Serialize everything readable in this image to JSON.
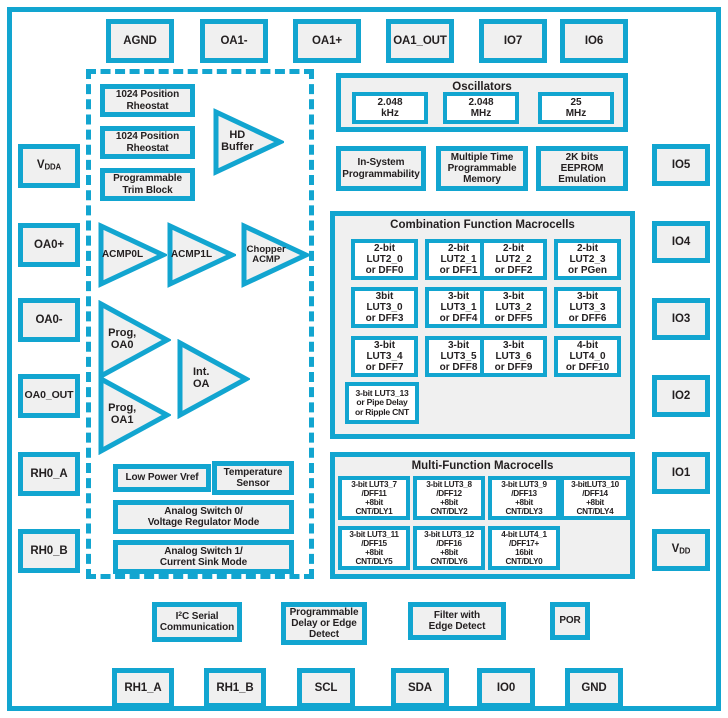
{
  "diagram": {
    "title": "GreenPAK Mixed-Signal Matrix Block Diagram",
    "accent_color": "#12a5d0",
    "box_fill": "#f0f0f0",
    "cell_fill": "#ffffff",
    "text_color": "#231f20"
  },
  "pads": {
    "top": [
      {
        "label": "AGND"
      },
      {
        "label": "OA1-"
      },
      {
        "label": "OA1+"
      },
      {
        "label": "OA1_OUT"
      },
      {
        "label": "IO7"
      },
      {
        "label": "IO6"
      }
    ],
    "left": [
      {
        "label": "VDDA",
        "html": "V<sub>DDA</sub>"
      },
      {
        "label": "OA0+"
      },
      {
        "label": "OA0-"
      },
      {
        "label": "OA0_OUT"
      },
      {
        "label": "RH0_A"
      },
      {
        "label": "RH0_B"
      }
    ],
    "right": [
      {
        "label": "IO5"
      },
      {
        "label": "IO4"
      },
      {
        "label": "IO3"
      },
      {
        "label": "IO2"
      },
      {
        "label": "IO1"
      },
      {
        "label": "VDD",
        "html": "V<sub>DD</sub>"
      }
    ],
    "bottom": [
      {
        "label": "RH1_A"
      },
      {
        "label": "RH1_B"
      },
      {
        "label": "SCL"
      },
      {
        "label": "SDA"
      },
      {
        "label": "IO0"
      },
      {
        "label": "GND"
      }
    ]
  },
  "analog": {
    "rheostat_0": "1024 Position\nRheostat",
    "rheostat_1": "1024 Position\nRheostat",
    "trim_block": "Programmable\nTrim Block",
    "hd_buffer": "HD\nBuffer",
    "acmp0l": "ACMP0L",
    "acmp1l": "ACMP1L",
    "chopper_acmp": "Chopper\nACMP",
    "prog_oa0": "Prog,\nOA0",
    "prog_oa1": "Prog,\nOA1",
    "int_oa": "Int.\nOA",
    "low_power_vref": "Low Power Vref",
    "temperature_sensor": "Temperature\nSensor",
    "analog_switch_0": "Analog Switch 0/\nVoltage Regulator Mode",
    "analog_switch_1": "Analog Switch 1/\nCurrent Sink Mode"
  },
  "oscillators": {
    "title": "Oscillators",
    "items": [
      {
        "label": "2.048\nkHz"
      },
      {
        "label": "2.048\nMHz"
      },
      {
        "label": "25\nMHz"
      }
    ]
  },
  "memory_row": [
    {
      "label": "In-System\nProgrammability"
    },
    {
      "label": "Multiple Time\nProgrammable\nMemory"
    },
    {
      "label": "2K bits\nEEPROM\nEmulation"
    }
  ],
  "combination_macrocells": {
    "title": "Combination Function Macrocells",
    "cells": [
      {
        "label": "2-bit\nLUT2_0\nor DFF0"
      },
      {
        "label": "2-bit\nLUT2_1\nor DFF1"
      },
      {
        "label": "2-bit\nLUT2_2\nor DFF2"
      },
      {
        "label": "2-bit\nLUT2_3\nor PGen"
      },
      {
        "label": "3bit\nLUT3_0\nor DFF3"
      },
      {
        "label": "3-bit\nLUT3_1\nor DFF4"
      },
      {
        "label": "3-bit\nLUT3_2\nor DFF5"
      },
      {
        "label": "3-bit\nLUT3_3\nor DFF6"
      },
      {
        "label": "3-bit\nLUT3_4\nor DFF7"
      },
      {
        "label": "3-bit\nLUT3_5\nor DFF8"
      },
      {
        "label": "3-bit\nLUT3_6\nor DFF9"
      },
      {
        "label": "4-bit\nLUT4_0\nor DFF10"
      }
    ],
    "wide_cell": "3-bit LUT3_13\nor Pipe Delay\nor Ripple CNT"
  },
  "multi_macrocells": {
    "title": "Multi-Function Macrocells",
    "cells": [
      {
        "label": "3-bit LUT3_7\n/DFF11\n+8bit\nCNT/DLY1"
      },
      {
        "label": "3-bit LUT3_8\n/DFF12\n+8bit\nCNT/DLY2"
      },
      {
        "label": "3-bit LUT3_9\n/DFF13\n+8bit\nCNT/DLY3"
      },
      {
        "label": "3-bitLUT3_10\n/DFF14\n+8bit\nCNT/DLY4"
      },
      {
        "label": "3-bit LUT3_11\n/DFF15\n+8bit\nCNT/DLY5"
      },
      {
        "label": "3-bit LUT3_12\n/DFF16\n+8bit\nCNT/DLY6"
      },
      {
        "label": "4-bit LUT4_1\n/DFF17+\n16bit\nCNT/DLY0"
      }
    ]
  },
  "bottom_blocks": [
    {
      "label": "I2C Serial\nCommunication",
      "html": "I<sup>2</sup>C Serial<br>Communication"
    },
    {
      "label": "Programmable\nDelay or Edge\nDetect"
    },
    {
      "label": "Filter with\nEdge Detect"
    },
    {
      "label": "POR"
    }
  ]
}
